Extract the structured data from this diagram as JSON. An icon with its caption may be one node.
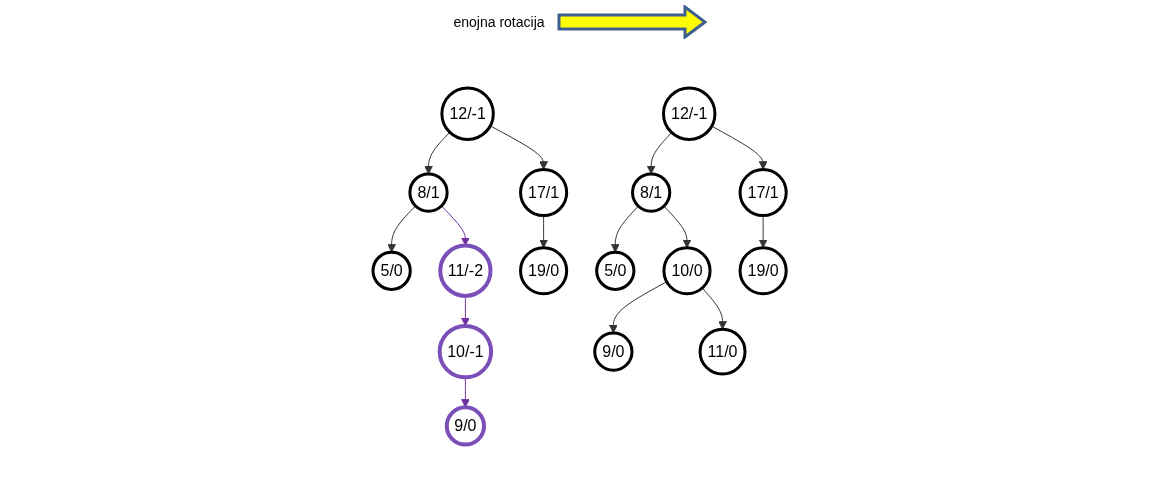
{
  "diagram": {
    "nodes": [
      {
        "text": [
          "12/-1"
        ]
      },
      {
        "text": [
          "8/1"
        ]
      },
      {
        "text": [
          "17/1"
        ]
      },
      {
        "text": [
          "5/0"
        ]
      },
      {
        "text": [
          "11/-2"
        ]
      },
      {
        "text": [
          "19/0"
        ]
      },
      {
        "text": [
          "10/-1"
        ]
      },
      {
        "text": [
          "9/0"
        ]
      },
      {
        "text": [
          "12/-1"
        ]
      },
      {
        "text": [
          "8/1"
        ]
      },
      {
        "text": [
          "17/1"
        ]
      },
      {
        "text": [
          "5/0"
        ]
      },
      {
        "text": [
          "10/0"
        ]
      },
      {
        "text": [
          "19/0"
        ]
      },
      {
        "text": [
          "9/0"
        ]
      },
      {
        "text": [
          "11/0"
        ]
      }
    ],
    "edges": [
      {
        "from": 0,
        "to": 1,
        "arrow": "to"
      },
      {
        "from": 0,
        "to": 2,
        "arrow": "to"
      },
      {
        "from": 1,
        "to": 3,
        "arrow": "to"
      },
      {
        "from": 1,
        "to": 4,
        "arrow": "to",
        "color": "#7030a0"
      },
      {
        "from": 2,
        "to": 5,
        "arrow": "to"
      },
      {
        "from": 4,
        "to": 6,
        "arrow": "to",
        "color": "#7030a0"
      },
      {
        "from": 6,
        "to": 7,
        "arrow": "to",
        "color": "#7030a0"
      },
      {
        "from": 8,
        "to": 9,
        "arrow": "to"
      },
      {
        "from": 8,
        "to": 10,
        "arrow": "to"
      },
      {
        "from": 9,
        "to": 11,
        "arrow": "to"
      },
      {
        "from": 9,
        "to": 12,
        "arrow": "to"
      },
      {
        "from": 10,
        "to": 13,
        "arrow": "to"
      },
      {
        "from": 12,
        "to": 14,
        "arrow": "to"
      },
      {
        "from": 12,
        "to": 15,
        "arrow": "to"
      }
    ],
    "labels": [
      "enojna rotacija"
    ]
  }
}
